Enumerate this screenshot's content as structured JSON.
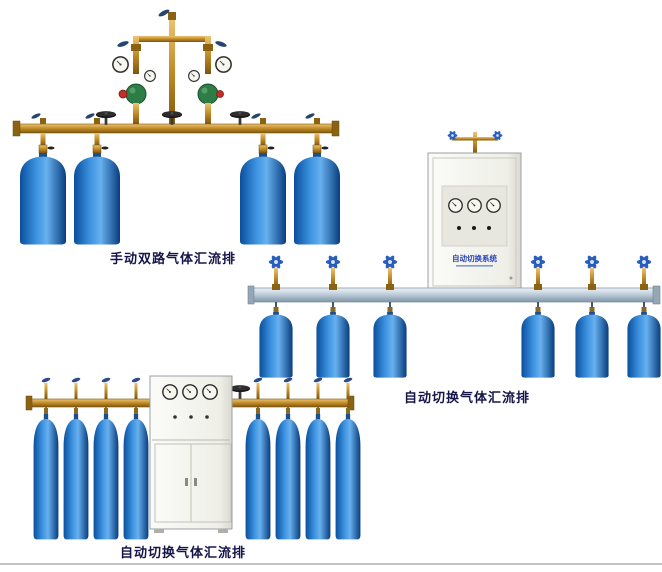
{
  "palette": {
    "page_bg": "#ffffff",
    "rule_color": "#c4c4c4",
    "caption_color": "#15154a",
    "cylinder_blue": "#1d74cc",
    "cylinder_blue_dark": "#083d7e",
    "brass": "#c08a28",
    "rail_silver": "#b9c9d6",
    "cabinet_white": "#f2f2ea",
    "regulator_green": "#2e7d46",
    "regulator_knob_red": "#c03028",
    "valve_knob_blue": "#2a5fc0",
    "valve_black": "#1c1c1c",
    "gauge_face": "#f7f7f0",
    "cabinet_label_blue": "#2a44b8"
  },
  "products": [
    {
      "id": "manual-dual-manifold",
      "caption": "手动双路气体汇流排",
      "cylinders": 4,
      "gauges": 4,
      "shutoff_valves": 3
    },
    {
      "id": "auto-changeover-manifold-wall",
      "caption": "自动切换气体汇流排",
      "cabinet_label": "自动切换系统",
      "cylinders": 6,
      "gauges": 3
    },
    {
      "id": "auto-changeover-manifold-floor",
      "caption": "自动切换气体汇流排",
      "cylinders": 8,
      "gauges": 3
    }
  ]
}
